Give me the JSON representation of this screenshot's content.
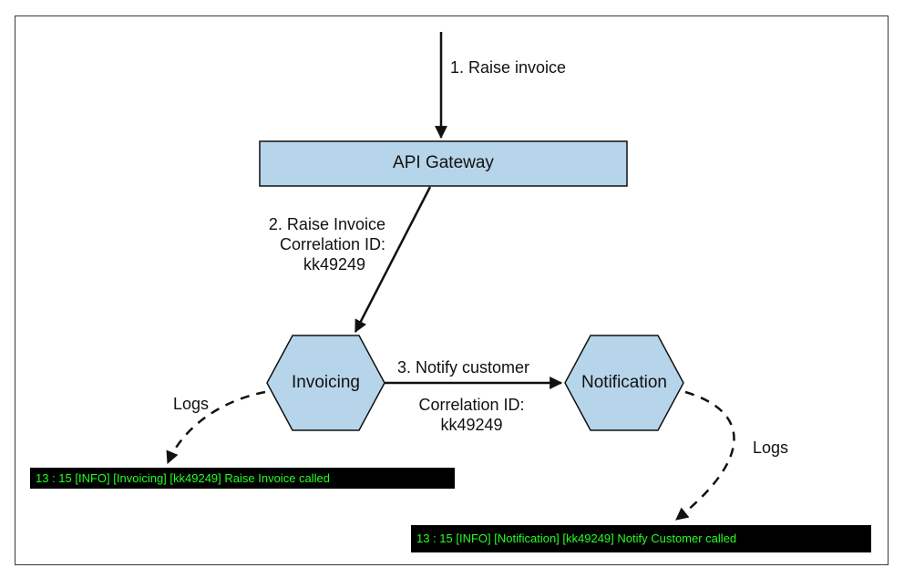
{
  "edges": {
    "raise_invoice": "1. Raise invoice",
    "forward_line1": "2. Raise Invoice",
    "forward_line2": "Correlation ID:",
    "forward_line3": "kk49249",
    "notify_label": "3. Notify customer",
    "notify_corr_line1": "Correlation ID:",
    "notify_corr_line2": "kk49249",
    "logs_left": "Logs",
    "logs_right": "Logs"
  },
  "nodes": {
    "gateway": "API Gateway",
    "invoicing": "Invoicing",
    "notification": "Notification"
  },
  "logs": {
    "invoicing": "13 : 15 [INFO] [Invoicing] [kk49249] Raise Invoice called",
    "notification": "13 : 15 [INFO] [Notification] [kk49249] Notify Customer called"
  },
  "colors": {
    "node_fill": "#b7d5ea",
    "stroke": "#111111",
    "log_bg": "#000000",
    "log_text": "#22ff22"
  }
}
